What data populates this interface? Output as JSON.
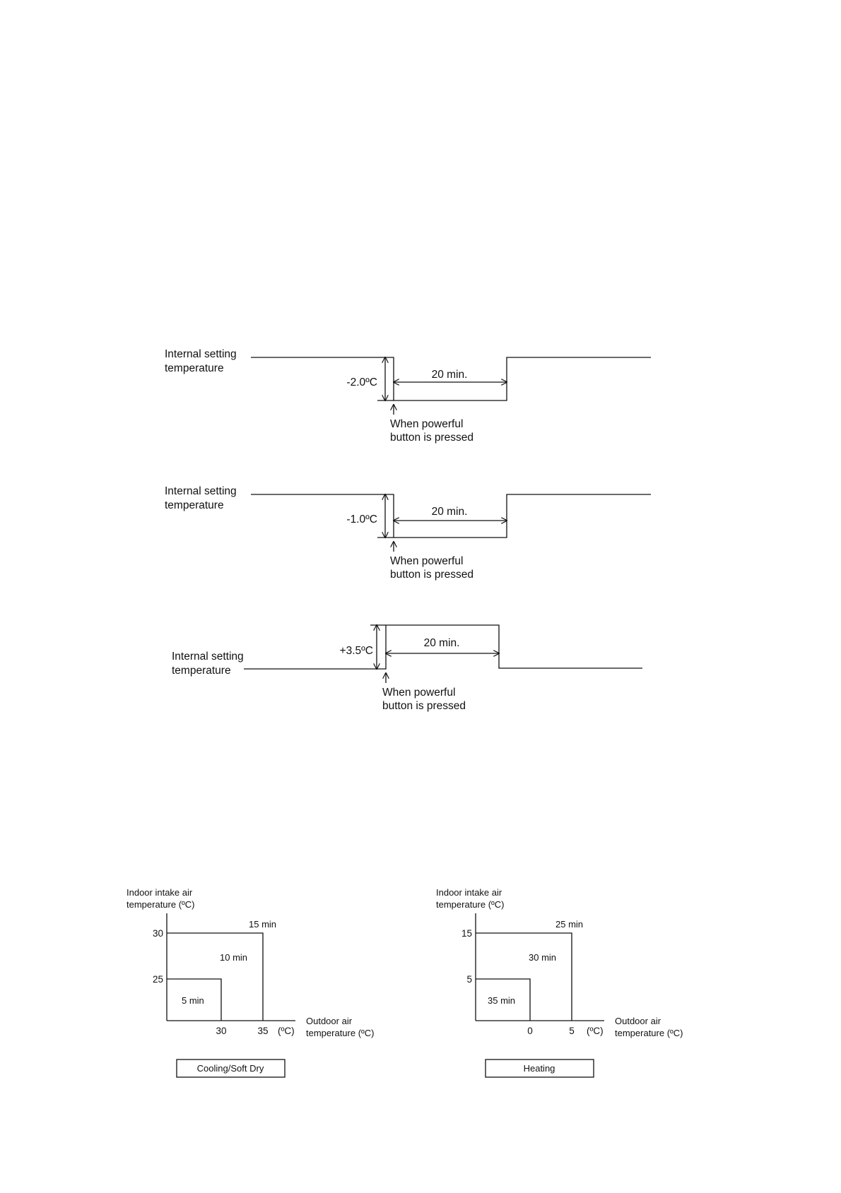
{
  "timing_diagrams": [
    {
      "id": "timing-1",
      "label_line1": "Internal setting",
      "label_line2": "temperature",
      "delta": "-2.0ºC",
      "duration": "20 min.",
      "trigger_line1": "When powerful",
      "trigger_line2": "button is pressed"
    },
    {
      "id": "timing-2",
      "label_line1": "Internal setting",
      "label_line2": "temperature",
      "delta": "-1.0ºC",
      "duration": "20 min.",
      "trigger_line1": "When powerful",
      "trigger_line2": "button is pressed"
    },
    {
      "id": "timing-3",
      "label_line1": "Internal setting",
      "label_line2": "temperature",
      "delta": "+3.5ºC",
      "duration": "20 min.",
      "trigger_line1": "When powerful",
      "trigger_line2": "button is pressed"
    }
  ],
  "zone_charts": [
    {
      "id": "cooling",
      "y_label_line1": "Indoor intake air",
      "y_label_line2": "temperature (ºC)",
      "x_label_line1": "Outdoor air",
      "x_label_line2": "temperature (ºC)",
      "y_ticks": [
        "30",
        "25"
      ],
      "x_ticks": [
        "30",
        "35"
      ],
      "x_unit": "(ºC)",
      "zones": [
        "15 min",
        "10 min",
        "5 min"
      ],
      "caption": "Cooling/Soft Dry"
    },
    {
      "id": "heating",
      "y_label_line1": "Indoor intake air",
      "y_label_line2": "temperature (ºC)",
      "x_label_line1": "Outdoor air",
      "x_label_line2": "temperature (ºC)",
      "y_ticks": [
        "15",
        "5"
      ],
      "x_ticks": [
        "0",
        "5"
      ],
      "x_unit": "(ºC)",
      "zones": [
        "25 min",
        "30 min",
        "35 min"
      ],
      "caption": "Heating"
    }
  ]
}
